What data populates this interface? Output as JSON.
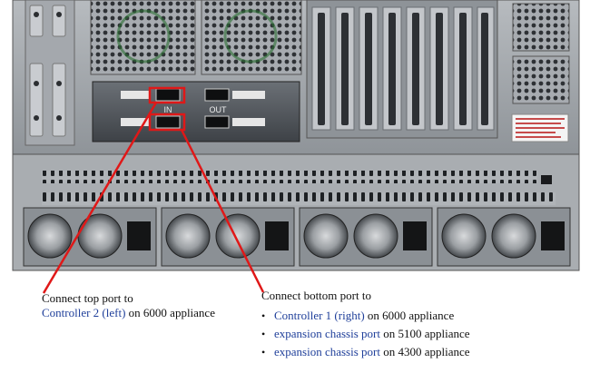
{
  "io_panel": {
    "in_label": "IN",
    "out_label": "OUT"
  },
  "captions": {
    "left": {
      "line1": "Connect top port to",
      "link": "Controller 2 (left)",
      "suffix": " on 6000 appliance"
    },
    "right": {
      "heading": "Connect bottom port to",
      "items": [
        {
          "link": "Controller 1 (right)",
          "suffix": " on 6000 appliance"
        },
        {
          "link": "expansion chassis port",
          "suffix": " on 5100 appliance"
        },
        {
          "link": "expansion chassis port",
          "suffix": " on 4300 appliance"
        }
      ]
    }
  },
  "colors": {
    "callout": "#e01818",
    "link": "#1f3f9a",
    "chassis": "#9a9fa4",
    "chassis_dark": "#4a4f55"
  }
}
